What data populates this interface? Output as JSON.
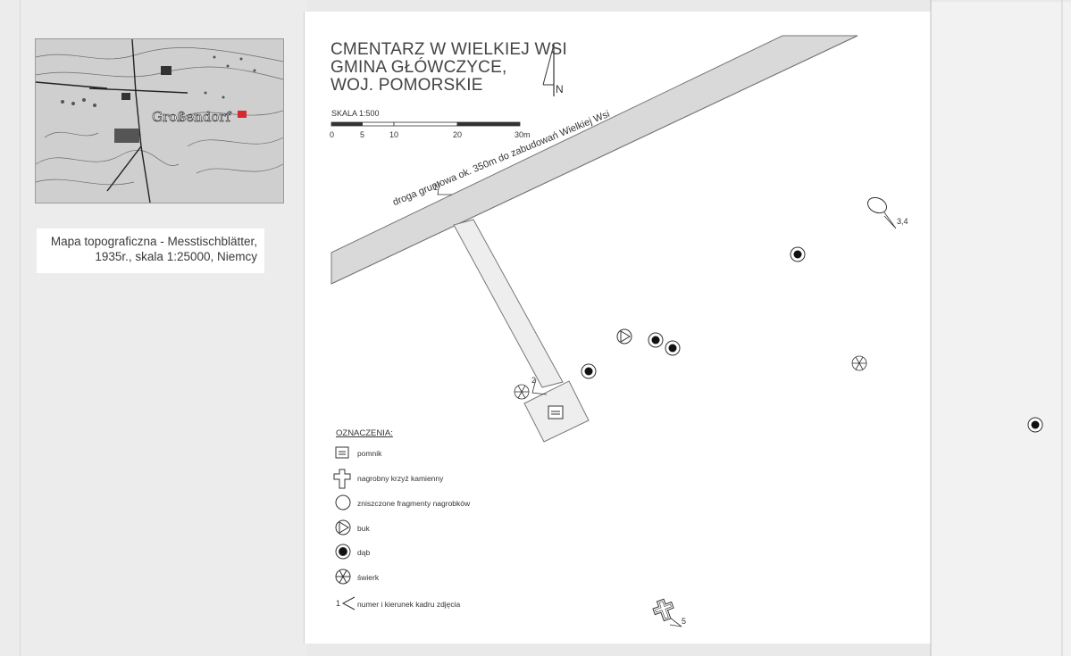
{
  "inset": {
    "map_text": "Großendorf",
    "caption_line1": "Mapa topograficzna - Messtischblätter,",
    "caption_line2": "1935r., skala 1:25000, Niemcy"
  },
  "title": {
    "line1": "CMENTARZ W WIELKIEJ WSI",
    "line2": "GMINA GŁÓWCZYCE,",
    "line3": "WOJ. POMORSKIE"
  },
  "north_label": "N",
  "scale": {
    "label": "SKALA 1:500",
    "ticks": [
      "0",
      "5",
      "10",
      "20",
      "30m"
    ]
  },
  "road": {
    "label": "droga gruntowa ok. 350m do zabudowań Wielkiej Wsi"
  },
  "photo_points": [
    "1",
    "2",
    "3,4",
    "5"
  ],
  "legend": {
    "title": "OZNACZENIA:",
    "items": [
      {
        "icon": "monument-icon",
        "label": "pomnik"
      },
      {
        "icon": "stone-cross-icon",
        "label": "nagrobny krzyż kamienny"
      },
      {
        "icon": "fragment-circle-icon",
        "label": "zniszczone fragmenty nagrobków"
      },
      {
        "icon": "beech-icon",
        "label": "buk"
      },
      {
        "icon": "oak-icon",
        "label": "dąb"
      },
      {
        "icon": "spruce-icon",
        "label": "świerk"
      },
      {
        "icon": "photo-direction-icon",
        "label": "numer i kierunek kadru zdjęcia"
      }
    ]
  },
  "colors": {
    "road_fill": "#d9d9d9",
    "inset_marker": "#d8282e",
    "sheet": "#ffffff"
  }
}
